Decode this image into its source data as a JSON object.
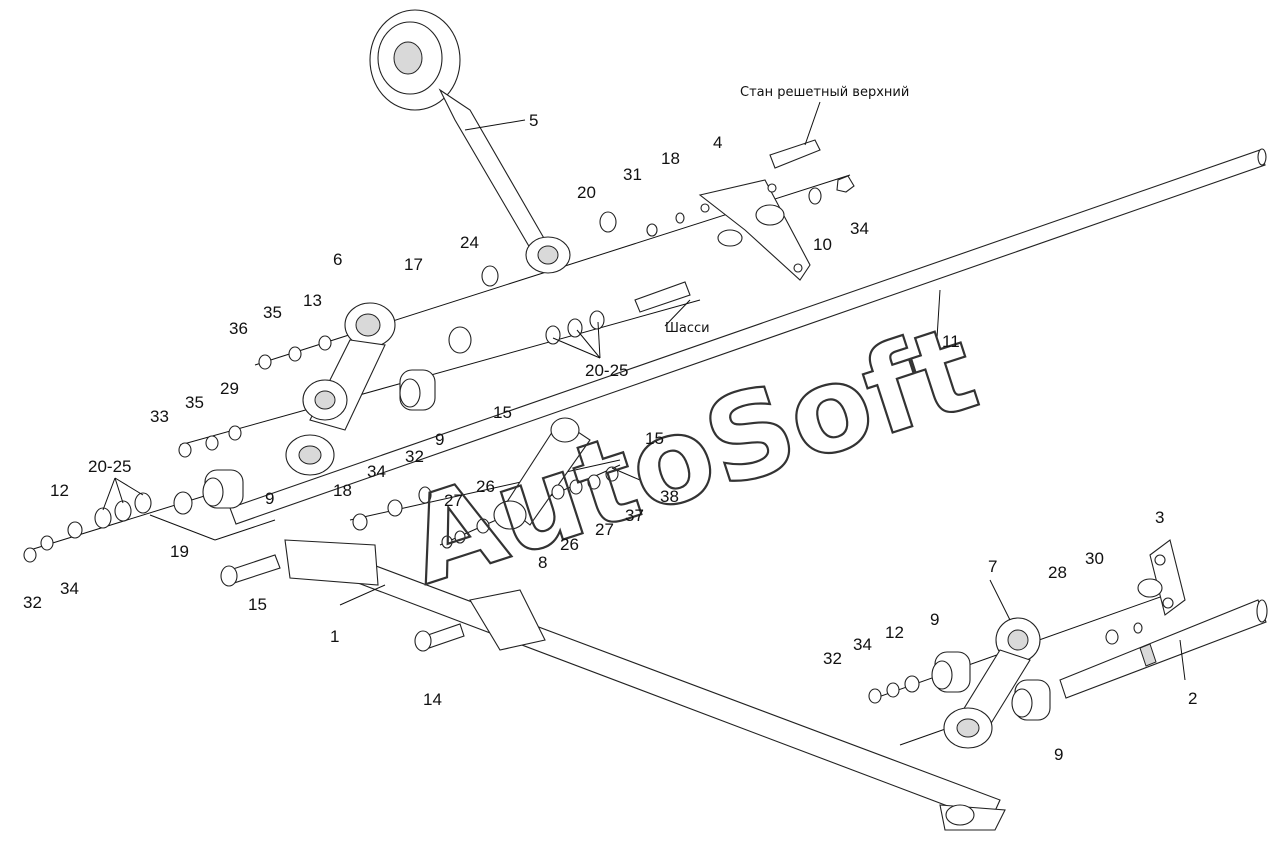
{
  "diagram": {
    "captions": {
      "upper_frame": "Стан решетный верхний",
      "chassis": "Шасси"
    },
    "watermark": "AutoSoft",
    "labels": [
      "5",
      "4",
      "18",
      "31",
      "20",
      "34",
      "10",
      "24",
      "6",
      "17",
      "11",
      "35",
      "13",
      "36",
      "20-25",
      "29",
      "35",
      "33",
      "9",
      "15",
      "15",
      "32",
      "20-25",
      "34",
      "12",
      "9",
      "18",
      "26",
      "38",
      "27",
      "37",
      "19",
      "26",
      "27",
      "8",
      "32",
      "34",
      "15",
      "1",
      "3",
      "7",
      "28",
      "30",
      "9",
      "12",
      "32",
      "34",
      "2",
      "14",
      "9"
    ]
  }
}
